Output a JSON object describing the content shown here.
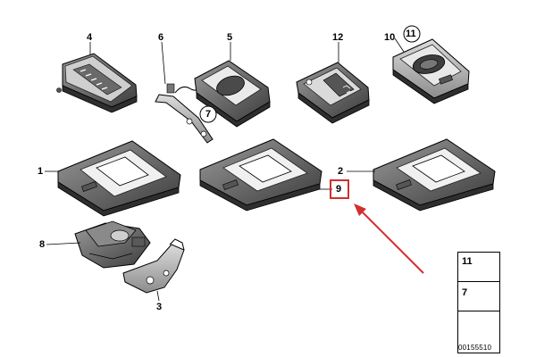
{
  "callouts": {
    "c1": "1",
    "c2": "2",
    "c3": "3",
    "c4": "4",
    "c5": "5",
    "c6": "6",
    "c7": "7",
    "c8": "8",
    "c9": "9",
    "c10": "10",
    "c11": "11",
    "c12": "12"
  },
  "highlight": {
    "label": "9",
    "color": "#d32f2f"
  },
  "legend": {
    "item_11": "11",
    "item_7": "7"
  },
  "diagram_number": "00155510"
}
